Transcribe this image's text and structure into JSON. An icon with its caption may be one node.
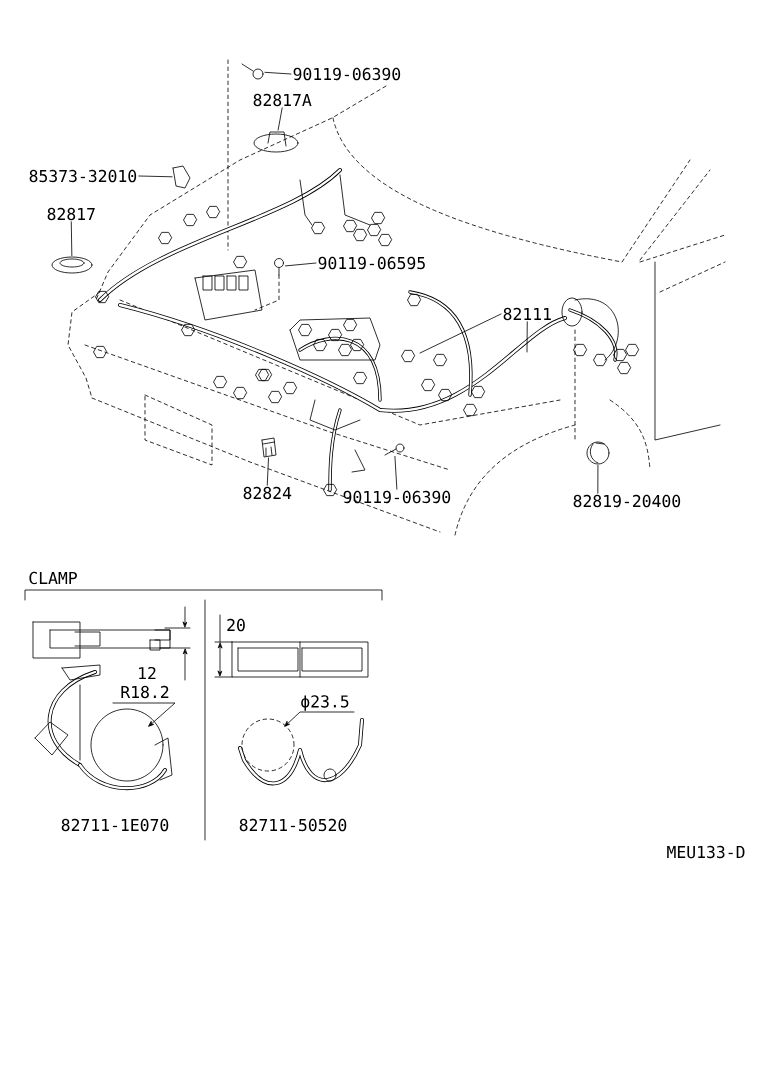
{
  "diagram": {
    "nodes": [
      {
        "text": [
          "90119-06390"
        ]
      },
      {
        "text": [
          "82817A"
        ]
      },
      {
        "text": [
          "85373-32010"
        ]
      },
      {
        "text": [
          "82817"
        ]
      },
      {
        "text": [
          "90119-06595"
        ]
      },
      {
        "text": [
          "82111"
        ]
      },
      {
        "text": [
          "82824"
        ]
      },
      {
        "text": [
          "90119-06390"
        ]
      },
      {
        "text": [
          "82819-20400"
        ]
      },
      {
        "text": [],
        "shape": "picture"
      },
      {
        "text": [],
        "shape": "picture"
      },
      {
        "text": [],
        "shape": "picture"
      },
      {
        "text": [],
        "shape": "picture"
      },
      {
        "text": [],
        "shape": "picture"
      },
      {
        "text": [],
        "shape": "picture"
      },
      {
        "text": [],
        "shape": "picture"
      },
      {
        "text": [],
        "shape": "picture"
      }
    ],
    "edges": [
      {
        "from": 0,
        "to": 9,
        "arrow": "none"
      },
      {
        "from": 1,
        "to": 10,
        "arrow": "none"
      },
      {
        "from": 2,
        "to": 11,
        "arrow": "none"
      },
      {
        "from": 3,
        "to": 12,
        "arrow": "none"
      },
      {
        "from": 4,
        "to": 13,
        "arrow": "none"
      },
      {
        "from": 5,
        "to": null,
        "arrow": "none"
      },
      {
        "from": 5,
        "to": null,
        "arrow": "none"
      },
      {
        "from": 6,
        "to": 14,
        "arrow": "none"
      },
      {
        "from": 7,
        "to": 15,
        "arrow": "none"
      },
      {
        "from": 8,
        "to": 16,
        "arrow": "none"
      }
    ],
    "labels": [
      "CLAMP",
      "20",
      "12",
      "R18.2",
      "ϕ23.5",
      "82711-1E070",
      "82711-50520",
      "MEU133-D"
    ]
  }
}
